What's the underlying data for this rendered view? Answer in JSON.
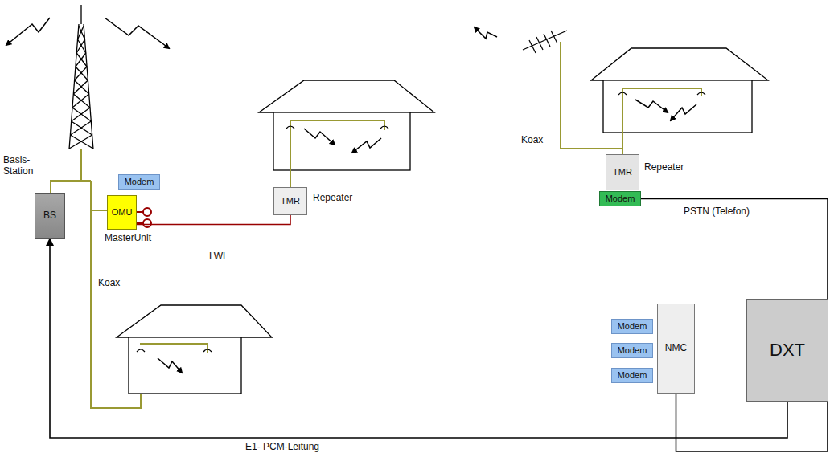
{
  "diagram": {
    "nodes": [
      {
        "text": [
          "BS"
        ]
      },
      {
        "text": [
          "Modem"
        ]
      },
      {
        "text": [
          "OMU"
        ]
      },
      {
        "text": [
          "TMR"
        ]
      },
      {
        "text": [
          "TMR"
        ]
      },
      {
        "text": [
          "Modem"
        ]
      },
      {
        "text": [
          "Modem"
        ]
      },
      {
        "text": [
          "Modem"
        ]
      },
      {
        "text": [
          "Modem"
        ]
      },
      {
        "text": [
          "NMC"
        ]
      },
      {
        "text": [
          "DXT"
        ]
      }
    ],
    "edges": [
      {
        "from": 2,
        "to": 3,
        "label": "LWL",
        "arrow": "none"
      },
      {
        "from": 5,
        "to": 9,
        "label": "PSTN (Telefon)",
        "arrow": "none"
      },
      {
        "from": 10,
        "to": 0,
        "label": "E1- PCM-Leitung",
        "arrow": "to"
      }
    ],
    "labels": [
      "Basis- Station",
      "MasterUnit",
      "Koax",
      "Repeater",
      "Koax",
      "Repeater"
    ]
  }
}
